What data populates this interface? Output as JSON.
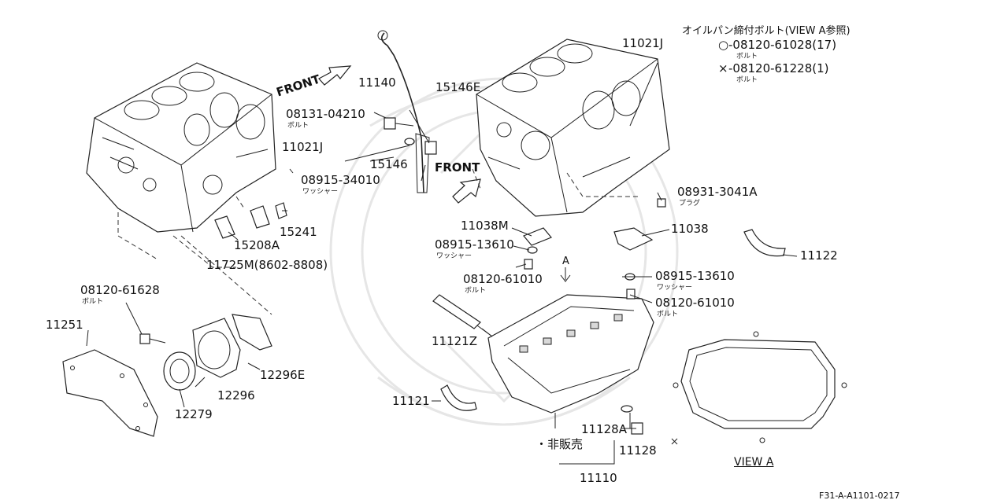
{
  "bolt_table": {
    "title": "オイルパン締付ボルト(VIEW A参照)",
    "o_symbol": "○",
    "o_part": "-08120-61028(17)",
    "o_sub": "ボルト",
    "x_symbol": "×",
    "x_part": "-08120-61228(1)",
    "x_sub": "ボルト"
  },
  "front_labels": [
    "FRONT",
    "FRONT"
  ],
  "parts": [
    {
      "key": "p11140",
      "text": "11140"
    },
    {
      "key": "p15146E",
      "text": "15146E"
    },
    {
      "key": "p11021J_right",
      "text": "11021J"
    },
    {
      "key": "p08131",
      "text": "08131-04210",
      "sub": "ボルト"
    },
    {
      "key": "p11021J_left",
      "text": "11021J"
    },
    {
      "key": "p15146",
      "text": "15146"
    },
    {
      "key": "p08915_34010",
      "text": "08915-34010",
      "sub": "ワッシャー"
    },
    {
      "key": "p08931",
      "text": "08931-3041A",
      "sub": "プラグ"
    },
    {
      "key": "p15241",
      "text": "15241"
    },
    {
      "key": "p15208A",
      "text": "15208A"
    },
    {
      "key": "p11725M",
      "text": "11725M(8602-8808)"
    },
    {
      "key": "p11038M",
      "text": "11038M"
    },
    {
      "key": "p08915_13610_left",
      "text": "08915-13610",
      "sub": "ワッシャー"
    },
    {
      "key": "p08120_61010_left",
      "text": "08120-61010",
      "sub": "ボルト"
    },
    {
      "key": "p11038",
      "text": "11038"
    },
    {
      "key": "p11122",
      "text": "11122"
    },
    {
      "key": "p08915_13610_right",
      "text": "08915-13610",
      "sub": "ワッシャー"
    },
    {
      "key": "p08120_61010_right",
      "text": "08120-61010",
      "sub": "ボルト"
    },
    {
      "key": "p08120_61628",
      "text": "08120-61628",
      "sub": "ボルト"
    },
    {
      "key": "p11251",
      "text": "11251"
    },
    {
      "key": "p12296E",
      "text": "12296E"
    },
    {
      "key": "p12296",
      "text": "12296"
    },
    {
      "key": "p12279",
      "text": "12279"
    },
    {
      "key": "p11121Z",
      "text": "11121Z"
    },
    {
      "key": "p11121",
      "text": "11121"
    },
    {
      "key": "p11128A",
      "text": "11128A"
    },
    {
      "key": "p11128",
      "text": "11128"
    },
    {
      "key": "p11110",
      "text": "11110"
    },
    {
      "key": "p_not_sold",
      "text": "・非販売"
    }
  ],
  "view_a_marker": "A",
  "view_a_caption": "VIEW A",
  "diagram_code": "F31-A-A1101-0217"
}
